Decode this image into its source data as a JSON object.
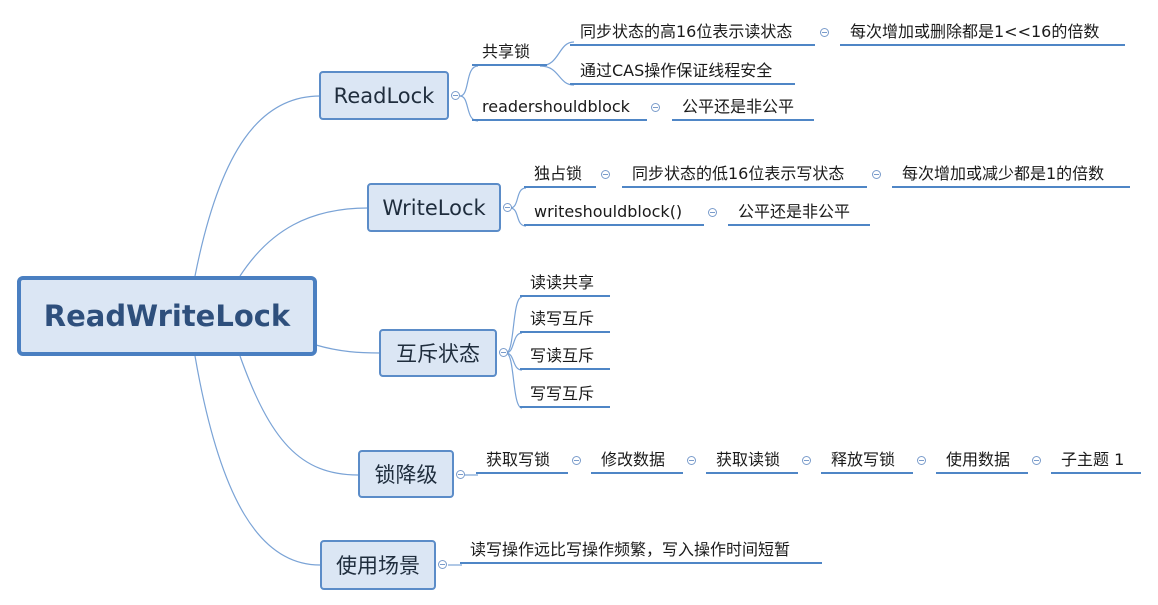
{
  "root": {
    "label": "ReadWriteLock"
  },
  "readlock": {
    "label": "ReadLock",
    "shared": "共享锁",
    "high16": "同步状态的高16位表示读状态",
    "multiple": "每次增加或删除都是1<<16的倍数",
    "cas": "通过CAS操作保证线程安全",
    "should_block": "readershouldblock",
    "fair": "公平还是非公平"
  },
  "writelock": {
    "label": "WriteLock",
    "exclusive": "独占锁",
    "low16": "同步状态的低16位表示写状态",
    "multiple": "每次增加或减少都是1的倍数",
    "should_block": "writeshouldblock()",
    "fair": "公平还是非公平"
  },
  "mutex": {
    "label": "互斥状态",
    "items": [
      "读读共享",
      "读写互斥",
      "写读互斥",
      "写写互斥"
    ]
  },
  "downgrade": {
    "label": "锁降级",
    "steps": [
      "获取写锁",
      "修改数据",
      "获取读锁",
      "释放写锁",
      "使用数据",
      "子主题 1"
    ]
  },
  "usage": {
    "label": "使用场景",
    "desc": "读写操作远比写操作频繁，写入操作时间短暂"
  }
}
